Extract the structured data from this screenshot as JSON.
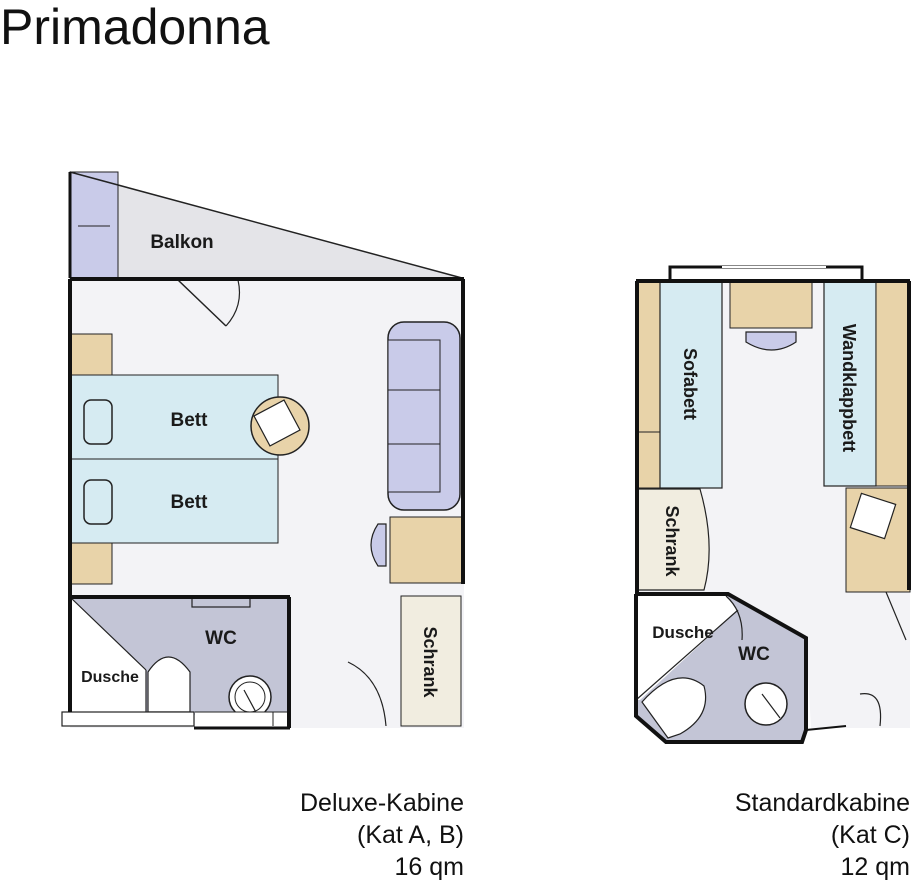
{
  "title": "Primadonna",
  "deluxe": {
    "labels": {
      "balcony": "Balkon",
      "bed1": "Bett",
      "bed2": "Bett",
      "wc": "WC",
      "shower": "Dusche",
      "wardrobe": "Schrank"
    },
    "caption": {
      "name": "Deluxe-Kabine",
      "category": "(Kat A, B)",
      "size": "16 qm"
    }
  },
  "standard": {
    "labels": {
      "sofabed": "Sofabett",
      "wallbed": "Wandklappbett",
      "wardrobe": "Schrank",
      "shower": "Dusche",
      "wc": "WC"
    },
    "caption": {
      "name": "Standardkabine",
      "category": "(Kat C)",
      "size": "12 qm"
    }
  },
  "colors": {
    "wood": "#e8d3a9",
    "bed": "#d6ebf2",
    "sofa": "#c9cbe9",
    "floor": "#f3f3f6",
    "balcony": "#e4e4e8",
    "wet": "#c3c5d6",
    "wardrobe": "#f1ede0",
    "wall": "#111111"
  }
}
